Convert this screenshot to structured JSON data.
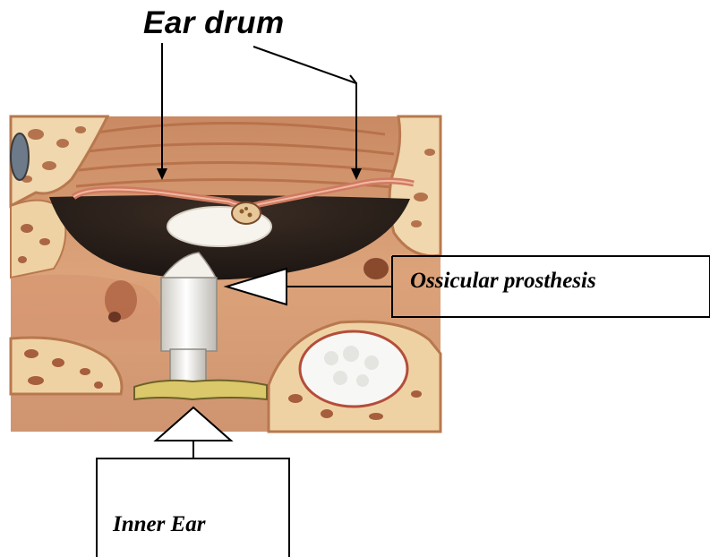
{
  "labels": {
    "ear_drum": "Ear drum",
    "ossicular_prosthesis": "Ossicular prosthesis",
    "inner_ear": "Inner Ear"
  },
  "colors": {
    "flesh": "#d89a6e",
    "flesh_dark": "#b86a44",
    "membrane_dark": "#2a201a",
    "bone": "#f2dcb4",
    "prosthesis": "#f4f1ea",
    "footplate": "#d9c86a",
    "line": "#000000"
  }
}
